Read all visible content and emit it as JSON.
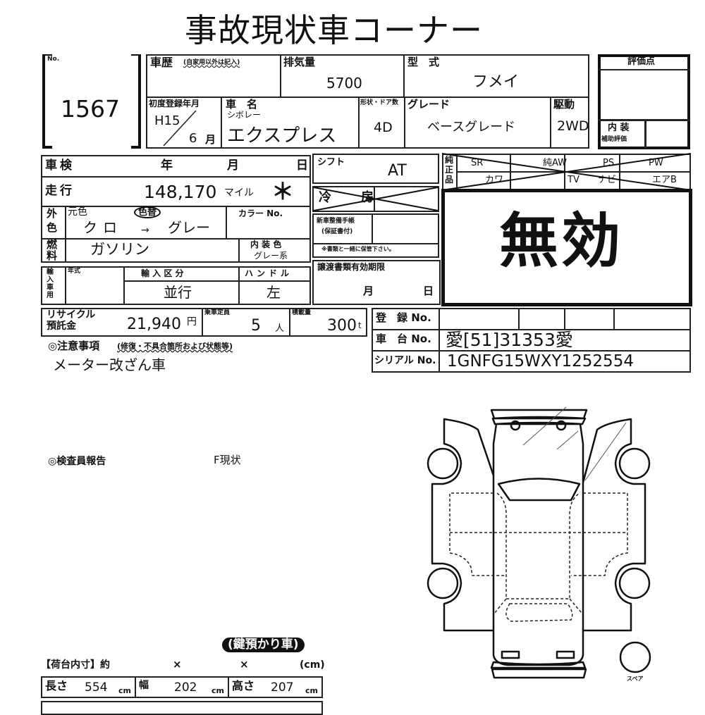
{
  "title": "事故現状車コーナー",
  "lot": {
    "no_label": "No.",
    "number": "1567"
  },
  "history": {
    "label": "車歴",
    "note": "(自家用以外は記入)"
  },
  "displacement": {
    "label": "排気量",
    "value": "5700"
  },
  "model_code": {
    "label": "型　式",
    "value": "フメイ"
  },
  "first_registration": {
    "label": "初度登録年月",
    "year": "H15",
    "month": "6",
    "month_unit": "月"
  },
  "car_name": {
    "label": "車　名",
    "maker": "シボレー",
    "value": "エクスプレス"
  },
  "body_doors": {
    "label": "形状・ドア数",
    "value": "4D"
  },
  "grade": {
    "label": "グレード",
    "value": "ベースグレード"
  },
  "drive": {
    "label": "駆動",
    "value": "2WD"
  },
  "rating": {
    "label": "評価点",
    "interior_label_1": "内 装",
    "interior_label_2": "補助評価"
  },
  "inspection": {
    "label": "車検",
    "year": "年",
    "month": "月",
    "day": "日"
  },
  "mileage": {
    "label": "走行",
    "value": "148,170",
    "unit": "マイル",
    "mark": "＊"
  },
  "exterior_color": {
    "label_1": "外",
    "label_2": "色",
    "original_label": "元色",
    "repaint_label": "色替",
    "original": "クロ",
    "arrow": "→",
    "new": "グレー",
    "color_no_label": "カラー No."
  },
  "fuel": {
    "label_1": "燃",
    "label_2": "料",
    "value": "ガソリン",
    "interior_color_label": "内 装 色",
    "interior_color": "グレー系"
  },
  "import": {
    "label": "輸入車用",
    "year_label": "年式",
    "type_label": "輸 入 区 分",
    "type": "並行",
    "handle_label": "ハンドル",
    "handle": "左"
  },
  "shift": {
    "label": "シフト",
    "value": "AT"
  },
  "aircon": {
    "label": "冷　房"
  },
  "maintenance_book": {
    "label_1": "新車整備手帳",
    "label_2": "(保証書付)",
    "note": "※書類と一緒に保管下さい。"
  },
  "transfer_docs": {
    "label": "譲渡書類有効期限",
    "month": "月",
    "day": "日"
  },
  "equipment": {
    "label": "純正品",
    "items": [
      "SR",
      "純AW",
      "PS",
      "PW",
      "カワ",
      "TV",
      "ナビ",
      "エアB"
    ]
  },
  "stamp": "無効",
  "recycle": {
    "label_1": "リサイクル",
    "label_2": "預託金",
    "value": "21,940",
    "unit": "円"
  },
  "capacity": {
    "label": "乗車定員",
    "value": "5",
    "unit": "人"
  },
  "load": {
    "label": "積載量",
    "value": "300",
    "unit": "t"
  },
  "registration": {
    "reg_label": "登　録 No.",
    "chassis_label": "車　台 No.",
    "chassis": "愛[51]31353愛",
    "serial_label": "シリアル No.",
    "serial": "1GNFG15WXY1252554"
  },
  "notes": {
    "label": "◎注意事項",
    "sub": "(修復・不具合箇所および状態等)",
    "value": "メーター改ざん車"
  },
  "inspector": {
    "label": "◎検査員報告",
    "value": "F現状"
  },
  "key_badge": "(鍵預かり車)",
  "cargo": {
    "label": "【荷台内寸】約",
    "x1": "×",
    "x2": "×",
    "unit": "(cm)",
    "length_label": "長さ",
    "length": "554",
    "width_label": "幅",
    "width": "202",
    "height_label": "高さ",
    "height": "207",
    "cm": "cm"
  },
  "diagram": {
    "spare_label": "スペア"
  }
}
